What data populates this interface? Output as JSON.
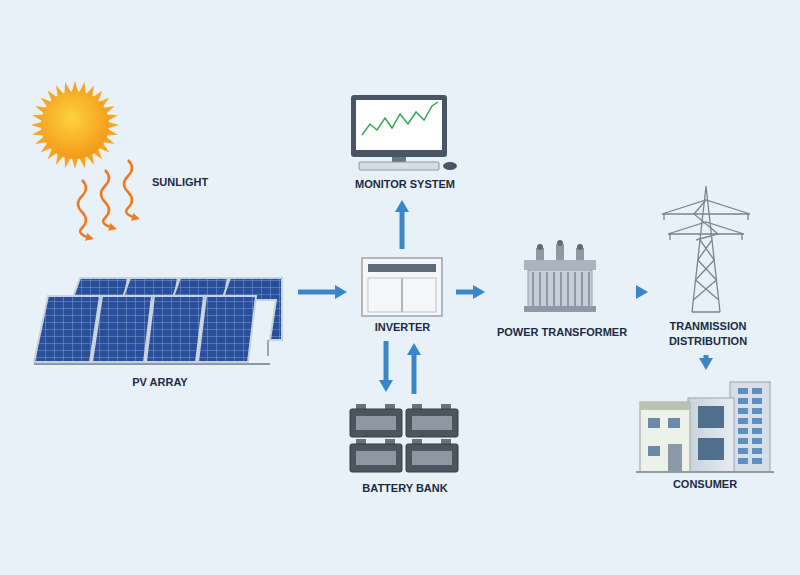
{
  "diagram": {
    "nodes": [
      {
        "text": [
          "MONITOR SYSTEM"
        ]
      },
      {
        "text": [
          "PV ARRAY"
        ]
      },
      {
        "text": [
          "INVERTER"
        ]
      },
      {
        "text": [
          "POWER TRANSFORMER"
        ]
      },
      {
        "text": [
          "TRANMISSION DISTRIBUTION"
        ]
      },
      {
        "text": [
          "BATTERY BANK"
        ]
      },
      {
        "text": [
          "CONSUMER"
        ]
      }
    ],
    "edges": [
      {
        "from": 1,
        "to": 2,
        "arrow": "to"
      },
      {
        "from": 2,
        "to": 0,
        "arrow": "to"
      },
      {
        "from": 2,
        "to": 5,
        "arrow": "to"
      },
      {
        "from": 5,
        "to": 2,
        "arrow": "to"
      },
      {
        "from": 2,
        "to": 3,
        "arrow": "to"
      },
      {
        "from": 3,
        "to": 4,
        "arrow": "to"
      },
      {
        "from": 4,
        "to": 6,
        "arrow": "to"
      }
    ],
    "labels": [
      "SUNLIGHT"
    ]
  }
}
